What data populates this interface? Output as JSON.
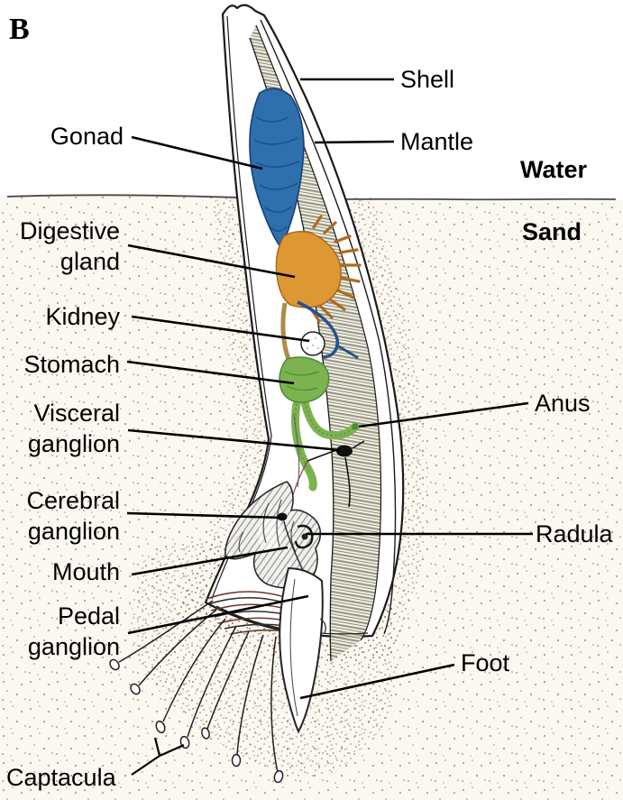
{
  "figure": {
    "marker": "B",
    "environment": {
      "water": "Water",
      "sand": "Sand"
    },
    "labels": {
      "shell": "Shell",
      "mantle": "Mantle",
      "gonad": "Gonad",
      "digestive_gland": "Digestive\ngland",
      "kidney": "Kidney",
      "stomach": "Stomach",
      "visceral_ganglion": "Visceral\nganglion",
      "anus": "Anus",
      "cerebral_ganglion": "Cerebral\nganglion",
      "radula": "Radula",
      "mouth": "Mouth",
      "pedal_ganglion": "Pedal\nganglion",
      "foot": "Foot",
      "captacula": "Captacula"
    },
    "colors": {
      "gonad": "#2e6fad",
      "gonad_dark": "#1d4f8a",
      "digestive_gland": "#dd9733",
      "digestive_gland_dark": "#b06a1c",
      "stomach": "#7cb350",
      "stomach_dark": "#4e8a36",
      "kidney": "#ffffff",
      "outline": "#1a1a1a",
      "label_text": "#000000"
    }
  }
}
